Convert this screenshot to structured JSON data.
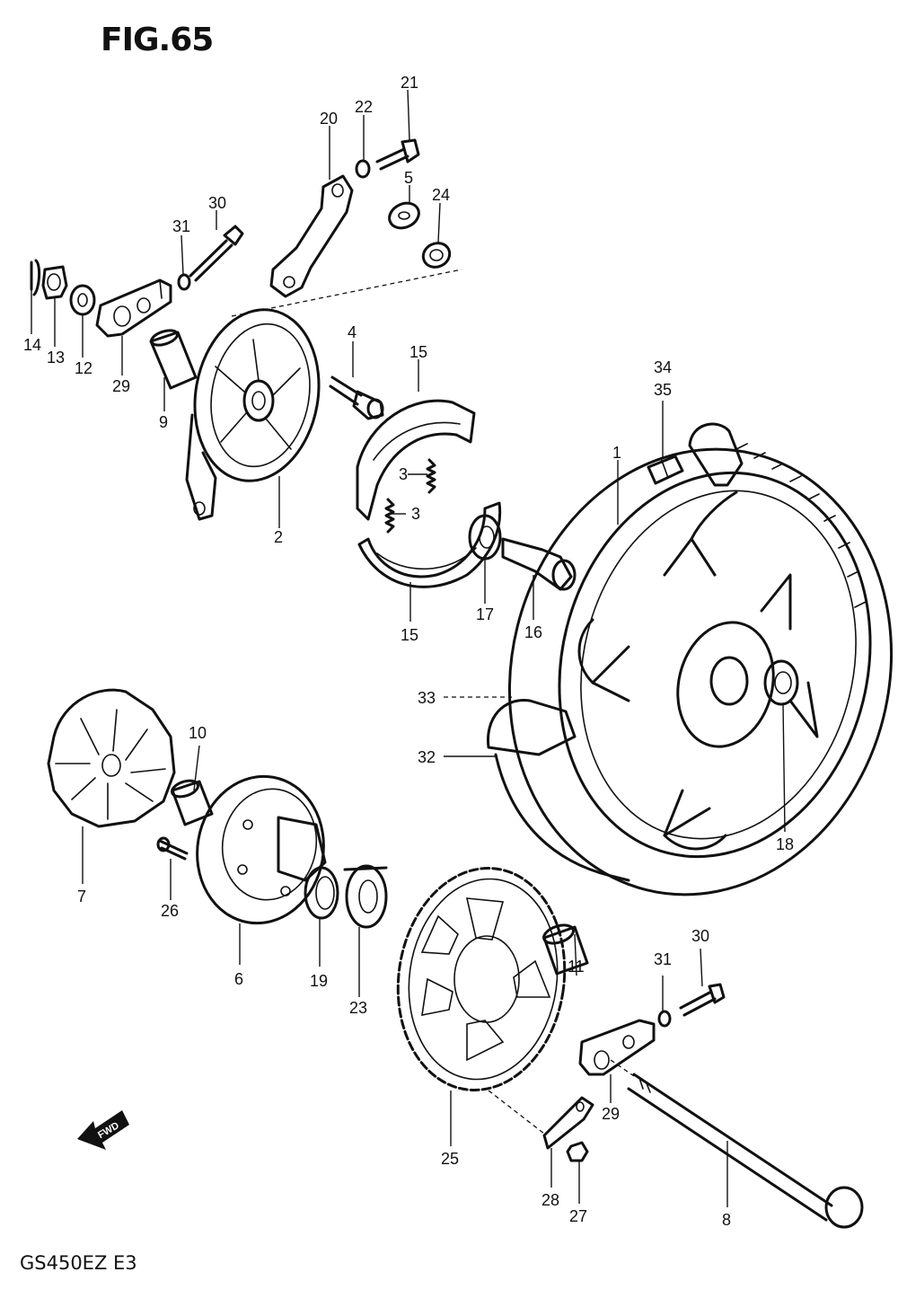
{
  "figure": {
    "title": "FIG.65",
    "model_code": "GS450EZ  E3",
    "fwd_arrow_text": "FWD"
  },
  "callouts": [
    {
      "id": "c1",
      "label": "1"
    },
    {
      "id": "c2",
      "label": "2"
    },
    {
      "id": "c3a",
      "label": "3"
    },
    {
      "id": "c3b",
      "label": "3"
    },
    {
      "id": "c4",
      "label": "4"
    },
    {
      "id": "c5",
      "label": "5"
    },
    {
      "id": "c6",
      "label": "6"
    },
    {
      "id": "c7",
      "label": "7"
    },
    {
      "id": "c8",
      "label": "8"
    },
    {
      "id": "c9",
      "label": "9"
    },
    {
      "id": "c10",
      "label": "10"
    },
    {
      "id": "c11",
      "label": "11"
    },
    {
      "id": "c12",
      "label": "12"
    },
    {
      "id": "c13",
      "label": "13"
    },
    {
      "id": "c14",
      "label": "14"
    },
    {
      "id": "c15a",
      "label": "15"
    },
    {
      "id": "c15b",
      "label": "15"
    },
    {
      "id": "c16",
      "label": "16"
    },
    {
      "id": "c17",
      "label": "17"
    },
    {
      "id": "c18",
      "label": "18"
    },
    {
      "id": "c19",
      "label": "19"
    },
    {
      "id": "c20",
      "label": "20"
    },
    {
      "id": "c21",
      "label": "21"
    },
    {
      "id": "c22",
      "label": "22"
    },
    {
      "id": "c23",
      "label": "23"
    },
    {
      "id": "c24",
      "label": "24"
    },
    {
      "id": "c25",
      "label": "25"
    },
    {
      "id": "c26",
      "label": "26"
    },
    {
      "id": "c27",
      "label": "27"
    },
    {
      "id": "c28",
      "label": "28"
    },
    {
      "id": "c29a",
      "label": "29"
    },
    {
      "id": "c29b",
      "label": "29"
    },
    {
      "id": "c30a",
      "label": "30"
    },
    {
      "id": "c30b",
      "label": "30"
    },
    {
      "id": "c31a",
      "label": "31"
    },
    {
      "id": "c31b",
      "label": "31"
    },
    {
      "id": "c32",
      "label": "32"
    },
    {
      "id": "c33",
      "label": "33"
    },
    {
      "id": "c34",
      "label": "34"
    },
    {
      "id": "c35",
      "label": "35"
    }
  ]
}
